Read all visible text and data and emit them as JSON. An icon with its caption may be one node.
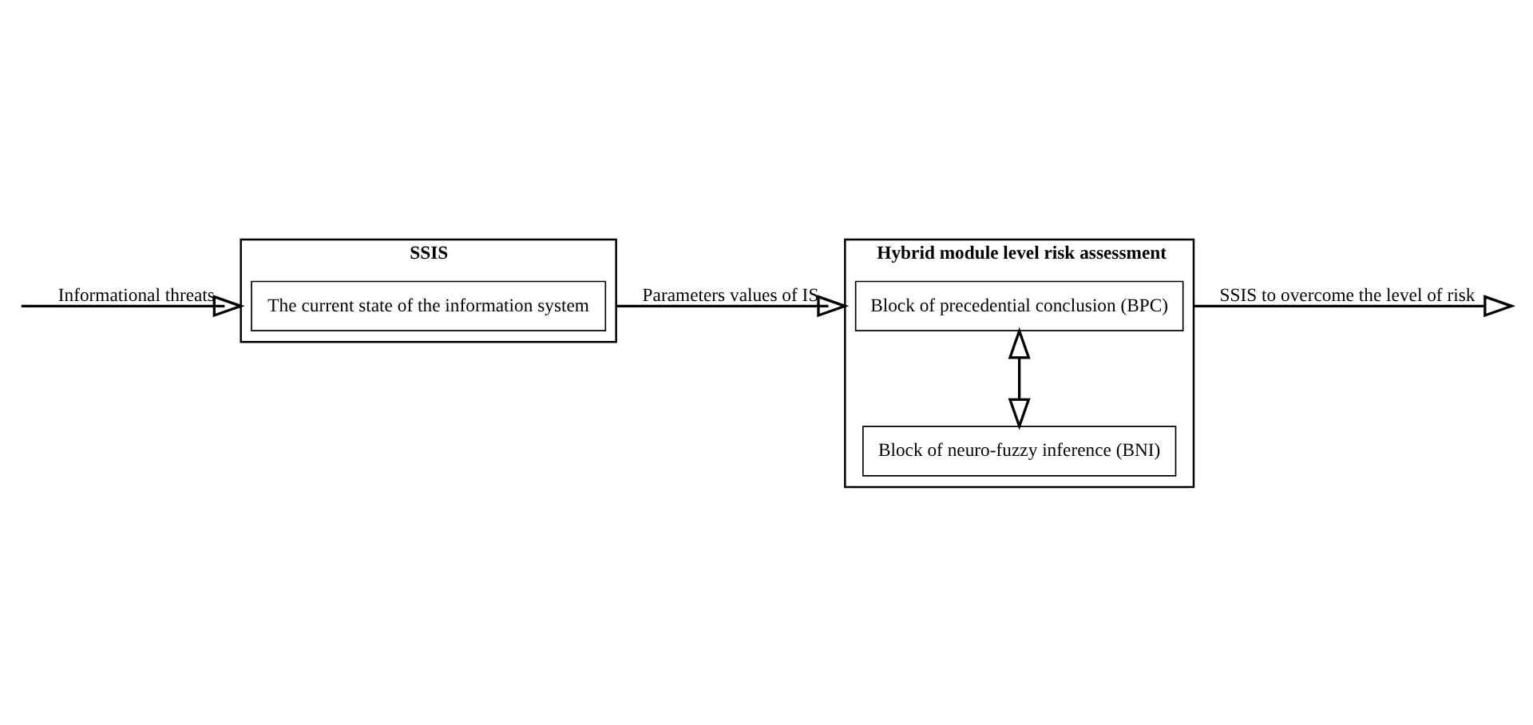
{
  "diagram": {
    "nodes": [
      {
        "text": [
          "SSIS"
        ]
      },
      {
        "text": [
          "The current state of the information system"
        ],
        "in": 0
      },
      {
        "text": [
          "Hybrid module level risk assessment"
        ]
      },
      {
        "text": [
          "Block of precedential conclusion (BPC)"
        ],
        "in": 2
      },
      {
        "text": [
          "Block of neuro-fuzzy inference (BNI)"
        ],
        "in": 2
      }
    ],
    "edges": [
      {
        "from": null,
        "to": 0,
        "arrow": "to",
        "label": "Informational threats"
      },
      {
        "from": 0,
        "to": 2,
        "arrow": "to",
        "label": "Parameters values of IS"
      },
      {
        "from": 2,
        "to": null,
        "arrow": "to",
        "label": "SSIS to overcome the level of risk"
      },
      {
        "from": 3,
        "to": 4,
        "arrow": "both"
      }
    ]
  }
}
